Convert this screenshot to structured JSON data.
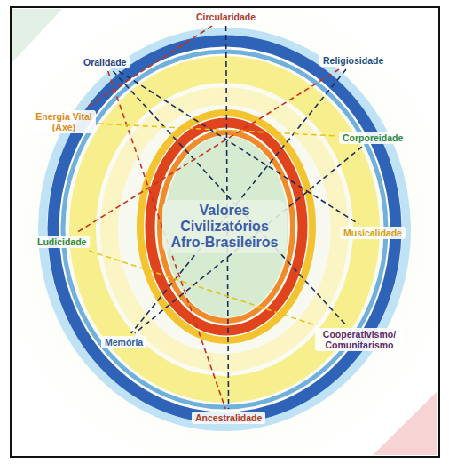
{
  "diagram": {
    "nodes": [
      {
        "text": [
          "Valores Civilizatórios Afro-Brasileiros"
        ]
      },
      {
        "text": [
          "Circularidade"
        ]
      },
      {
        "text": [
          "Religiosidade"
        ]
      },
      {
        "text": [
          "Corporeidade"
        ]
      },
      {
        "text": [
          "Musicalidade"
        ]
      },
      {
        "text": [
          "Cooperativismo/ Comunitarismo"
        ]
      },
      {
        "text": [
          "Ancestralidade"
        ]
      },
      {
        "text": [
          "Memória"
        ]
      },
      {
        "text": [
          "Ludicidade"
        ]
      },
      {
        "text": [
          "Energia Vital (Axé)"
        ]
      },
      {
        "text": [
          "Oralidade"
        ]
      }
    ],
    "edges": [
      {
        "from": 1,
        "to": 6,
        "arrow": "none"
      },
      {
        "from": 10,
        "to": 4,
        "arrow": "none"
      },
      {
        "from": 10,
        "to": 5,
        "arrow": "none"
      },
      {
        "from": 2,
        "to": 7,
        "arrow": "none"
      },
      {
        "from": 10,
        "to": 6,
        "arrow": "none"
      },
      {
        "from": 1,
        "to": 9,
        "arrow": "none"
      },
      {
        "from": 9,
        "to": 3,
        "arrow": "none"
      },
      {
        "from": 8,
        "to": 5,
        "arrow": "none"
      },
      {
        "from": 2,
        "to": 8,
        "arrow": "none"
      },
      {
        "from": 3,
        "to": 7,
        "arrow": "none"
      }
    ]
  }
}
